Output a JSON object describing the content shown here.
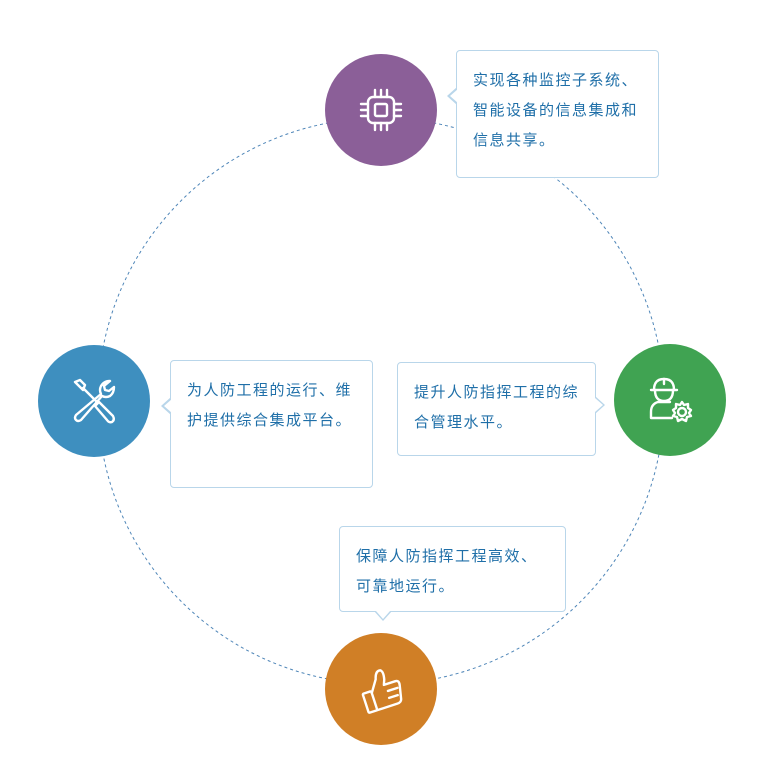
{
  "colors": {
    "ring": "#4f86b8",
    "callout_border": "#b9d6ea",
    "callout_text": "#1f6fa8",
    "icon_stroke": "#ffffff"
  },
  "nodes": [
    {
      "id": "top",
      "color": "#8b5f98",
      "icon": "chip-icon"
    },
    {
      "id": "left",
      "color": "#3e8fbf",
      "icon": "tools-icon"
    },
    {
      "id": "right",
      "color": "#40a352",
      "icon": "engineer-gear-icon"
    },
    {
      "id": "bottom",
      "color": "#d07f26",
      "icon": "thumbs-up-icon"
    }
  ],
  "callouts": {
    "top": "实现各种监控子系统、智能设备的信息集成和信息共享。",
    "left": "为人防工程的运行、维护提供综合集成平台。",
    "right": "提升人防指挥工程的综合管理水平。",
    "bottom": "保障人防指挥工程高效、可靠地运行。"
  }
}
